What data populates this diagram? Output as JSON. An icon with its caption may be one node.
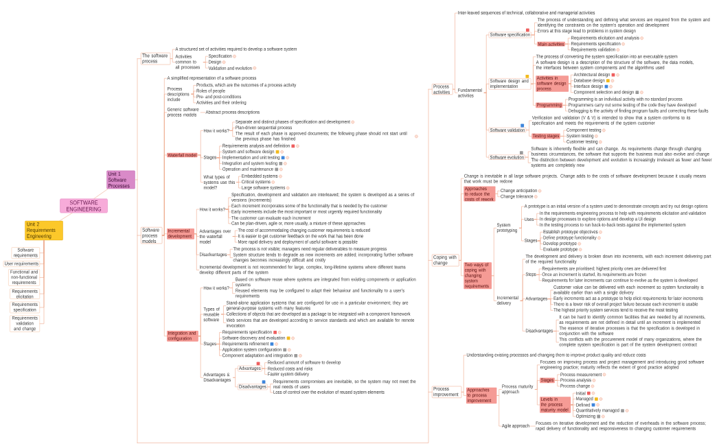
{
  "diagram": {
    "nodes": [
      {
        "text": [
          "SOFTWARE ENGINEERING"
        ]
      },
      {
        "text": [
          "Unit 1 Software Processes"
        ]
      },
      {
        "text": [
          "The software process"
        ]
      },
      {
        "text": [
          "A structured set of activities required to develop a software system"
        ]
      },
      {
        "text": [
          "Activities common to all processes"
        ]
      },
      {
        "text": [
          "Specification"
        ]
      },
      {
        "text": [
          "Design"
        ]
      },
      {
        "text": [
          "Validation and evolution"
        ]
      },
      {
        "text": [
          "Software process models"
        ]
      },
      {
        "text": [
          "A simplified representation of a software process"
        ]
      },
      {
        "text": [
          "Process descriptions include"
        ]
      },
      {
        "text": [
          "Products, which are the outcomes of a process activity"
        ]
      },
      {
        "text": [
          "Roles of people"
        ]
      },
      {
        "text": [
          "Pre- and post-conditions"
        ]
      },
      {
        "text": [
          "Activities and their ordering"
        ]
      },
      {
        "text": [
          "Generic software process models"
        ]
      },
      {
        "text": [
          "Abstract process descriptions"
        ]
      },
      {
        "text": [
          "Waterfall model"
        ]
      },
      {
        "text": [
          "How it works?"
        ]
      },
      {
        "text": [
          "Separate and distinct phases of specification and development"
        ]
      },
      {
        "text": [
          "Plan-driven sequential process"
        ]
      },
      {
        "text": [
          "The result of each phase is approved documents; the following phase should not start until the previous phase has finished"
        ]
      },
      {
        "text": [
          "Stages"
        ]
      },
      {
        "text": [
          "Requirements analysis and definition"
        ]
      },
      {
        "text": [
          "System and software design"
        ]
      },
      {
        "text": [
          "Implementation and unit testing"
        ]
      },
      {
        "text": [
          "Integration and system testing"
        ]
      },
      {
        "text": [
          "Operation and maintenance"
        ]
      },
      {
        "text": [
          "What types of systems use this model?"
        ]
      },
      {
        "text": [
          "Embedded systems"
        ]
      },
      {
        "text": [
          "Critical systems"
        ]
      },
      {
        "text": [
          "Large software systems"
        ]
      },
      {
        "text": [
          "Incremental development"
        ]
      },
      {
        "text": [
          "How it works?"
        ]
      },
      {
        "text": [
          "Specification, development and validation are interleaved; the system is developed as a series of versions (increments)"
        ]
      },
      {
        "text": [
          "Each increment incorporates some of the functionality that is needed by the customer"
        ]
      },
      {
        "text": [
          "Early increments include the most important or most urgently required functionality"
        ]
      },
      {
        "text": [
          "The customer can evaluate each increment"
        ]
      },
      {
        "text": [
          "Can be plan-driven, agile or, more usually, a mixture of these approaches"
        ]
      },
      {
        "text": [
          "Advantages over the waterfall model"
        ]
      },
      {
        "text": [
          "The cost of accommodating changing customer requirements is reduced"
        ]
      },
      {
        "text": [
          "It is easier to get customer feedback on the work that has been done"
        ]
      },
      {
        "text": [
          "More rapid delivery and deployment of useful software is possible"
        ]
      },
      {
        "text": [
          "Disadvantages"
        ]
      },
      {
        "text": [
          "The process is not visible; managers need regular deliverables to measure progress"
        ]
      },
      {
        "text": [
          "System structure tends to degrade as new increments are added; incorporating further software changes becomes increasingly difficult and costly"
        ]
      },
      {
        "text": [
          "Incremental development is not recommended for large, complex, long-lifetime systems where different teams develop different parts of the system"
        ]
      },
      {
        "text": [
          "Integration and configuration"
        ]
      },
      {
        "text": [
          "How it works?"
        ]
      },
      {
        "text": [
          "Based on software reuse where systems are integrated from existing components or application systems"
        ]
      },
      {
        "text": [
          "Reused elements may be configured to adapt their behaviour and functionality to a user's requirements"
        ]
      },
      {
        "text": [
          "Types of reusable software"
        ]
      },
      {
        "text": [
          "Stand-alone application systems that are configured for use in a particular environment; they are general-purpose systems with many features"
        ]
      },
      {
        "text": [
          "Collections of objects that are developed as a package to be integrated with a component framework"
        ]
      },
      {
        "text": [
          "Web services that are developed according to service standards and which are available for remote invocation"
        ]
      },
      {
        "text": [
          "Stages"
        ]
      },
      {
        "text": [
          "Requirements specification"
        ]
      },
      {
        "text": [
          "Software discovery and evaluation"
        ]
      },
      {
        "text": [
          "Requirements refinement"
        ]
      },
      {
        "text": [
          "Application system configuration"
        ]
      },
      {
        "text": [
          "Component adaptation and integration"
        ]
      },
      {
        "text": [
          "Advantages & Disadvantages"
        ]
      },
      {
        "text": [
          "Advantages"
        ]
      },
      {
        "text": [
          "Reduced amount of software to develop"
        ]
      },
      {
        "text": [
          "Reduced costs and risks"
        ]
      },
      {
        "text": [
          "Faster system delivery"
        ]
      },
      {
        "text": [
          "Disadvantages"
        ]
      },
      {
        "text": [
          "Requirements compromises are inevitable, so the system may not meet the real needs of users"
        ]
      },
      {
        "text": [
          "Loss of control over the evolution of reused system elements"
        ]
      },
      {
        "text": [
          "Process activities"
        ]
      },
      {
        "text": [
          "Inter-leaved sequences of technical, collaborative and managerial activities"
        ]
      },
      {
        "text": [
          "Fundamental activities"
        ]
      },
      {
        "text": [
          "Software specification"
        ]
      },
      {
        "text": [
          "The process of understanding and defining what services are required from the system and identifying the constraints on the system's operation and development"
        ]
      },
      {
        "text": [
          "Errors at this stage lead to problems in system design"
        ]
      },
      {
        "text": [
          "Main activities"
        ]
      },
      {
        "text": [
          "Requirements elicitation and analysis"
        ]
      },
      {
        "text": [
          "Requirements specification"
        ]
      },
      {
        "text": [
          "Requirements validation"
        ]
      },
      {
        "text": [
          "Software design and implementation"
        ]
      },
      {
        "text": [
          "The process of converting the system specification into an executable system"
        ]
      },
      {
        "text": [
          "A software design is a description of the structure of the software, the data models, the interfaces between system components and the algorithms used"
        ]
      },
      {
        "text": [
          "Activities in software design process"
        ]
      },
      {
        "text": [
          "Architectural design"
        ]
      },
      {
        "text": [
          "Database design"
        ]
      },
      {
        "text": [
          "Interface design"
        ]
      },
      {
        "text": [
          "Component selection and design"
        ]
      },
      {
        "text": [
          "Programming"
        ]
      },
      {
        "text": [
          "Programming is an individual activity with no standard process"
        ]
      },
      {
        "text": [
          "Programmers carry out some testing of the code they have developed"
        ]
      },
      {
        "text": [
          "Debugging is the activity of finding program faults and correcting these faults"
        ]
      },
      {
        "text": [
          "Software validation"
        ]
      },
      {
        "text": [
          "Verification and validation (V & V) is intended to show that a system conforms to its specification and meets the requirements of the system customer"
        ]
      },
      {
        "text": [
          "Testing stages"
        ]
      },
      {
        "text": [
          "Component testing"
        ]
      },
      {
        "text": [
          "System testing"
        ]
      },
      {
        "text": [
          "Customer testing"
        ]
      },
      {
        "text": [
          "Software evolution"
        ]
      },
      {
        "text": [
          "Software is inherently flexible and can change. As requirements change through changing business circumstances, the software that supports the business must also evolve and change"
        ]
      },
      {
        "text": [
          "The distinction between development and evolution is increasingly irrelevant as fewer and fewer systems are completely new"
        ]
      },
      {
        "text": [
          "Coping with change"
        ]
      },
      {
        "text": [
          "Change is inevitable in all large software projects. Change adds to the costs of software development because it usually means that work must be redone"
        ]
      },
      {
        "text": [
          "Approaches to reduce the costs of rework"
        ]
      },
      {
        "text": [
          "Change anticipation"
        ]
      },
      {
        "text": [
          "Change tolerance"
        ]
      },
      {
        "text": [
          "Two ways of coping with changing system requirements"
        ]
      },
      {
        "text": [
          "System prototyping"
        ]
      },
      {
        "text": [
          "A prototype is an initial version of a system used to demonstrate concepts and try out design options"
        ]
      },
      {
        "text": [
          "Uses"
        ]
      },
      {
        "text": [
          "In the requirements engineering process to help with requirements elicitation and validation"
        ]
      },
      {
        "text": [
          "In design processes to explore options and develop a UI design"
        ]
      },
      {
        "text": [
          "In the testing process to run back-to-back tests against the implemented system"
        ]
      },
      {
        "text": [
          "Stages"
        ]
      },
      {
        "text": [
          "Establish prototype objectives"
        ]
      },
      {
        "text": [
          "Define prototype functionality"
        ]
      },
      {
        "text": [
          "Develop prototype"
        ]
      },
      {
        "text": [
          "Evaluate prototype"
        ]
      },
      {
        "text": [
          "Incremental delivery"
        ]
      },
      {
        "text": [
          "The development and delivery is broken down into increments, with each increment delivering part of the required functionality"
        ]
      },
      {
        "text": [
          "Steps"
        ]
      },
      {
        "text": [
          "Requirements are prioritised; highest priority ones are delivered first"
        ]
      },
      {
        "text": [
          "Once an increment is started, its requirements are frozen"
        ]
      },
      {
        "text": [
          "Requirements for later increments can continue to evolve as the system is developed"
        ]
      },
      {
        "text": [
          "Advantages"
        ]
      },
      {
        "text": [
          "Customer value can be delivered with each increment so system functionality is available earlier than with a single delivery"
        ]
      },
      {
        "text": [
          "Early increments act as a prototype to help elicit requirements for later increments"
        ]
      },
      {
        "text": [
          "There is a lower risk of overall project failure because each increment is usable"
        ]
      },
      {
        "text": [
          "The highest priority system services tend to receive the most testing"
        ]
      },
      {
        "text": [
          "Disadvantages"
        ]
      },
      {
        "text": [
          "It can be hard to identify common facilities that are needed by all increments, as requirements are not defined in detail until an increment is implemented"
        ]
      },
      {
        "text": [
          "The essence of iterative processes is that the specification is developed in conjunction with the software"
        ]
      },
      {
        "text": [
          "This conflicts with the procurement model of many organizations, where the complete system specification is part of the system development contract"
        ]
      },
      {
        "text": [
          "Process improvement"
        ]
      },
      {
        "text": [
          "Understanding existing processes and changing them to improve product quality and reduce costs"
        ]
      },
      {
        "text": [
          "Approaches to process improvement"
        ]
      },
      {
        "text": [
          "Process maturity approach"
        ]
      },
      {
        "text": [
          "Focuses on improving process and project management and introducing good software engineering practice; maturity reflects the extent of good practice adopted"
        ]
      },
      {
        "text": [
          "Stages"
        ]
      },
      {
        "text": [
          "Process measurement"
        ]
      },
      {
        "text": [
          "Process analysis"
        ]
      },
      {
        "text": [
          "Process change"
        ]
      },
      {
        "text": [
          "Levels in the process maturity model"
        ]
      },
      {
        "text": [
          "Initial"
        ]
      },
      {
        "text": [
          "Managed"
        ]
      },
      {
        "text": [
          "Defined"
        ]
      },
      {
        "text": [
          "Quantitatively managed"
        ]
      },
      {
        "text": [
          "Optimizing"
        ]
      },
      {
        "text": [
          "Agile approach"
        ]
      },
      {
        "text": [
          "Focuses on iterative development and the reduction of overheads in the software process; rapid delivery of functionality and responsiveness to changing customer requirements"
        ]
      },
      {
        "text": [
          "Unit 2 Requirements Engineering"
        ]
      },
      {
        "text": [
          "Software requirements"
        ]
      },
      {
        "text": [
          "User requirements"
        ]
      },
      {
        "text": [
          "Functional and non-functional requirements"
        ]
      },
      {
        "text": [
          "Requirements elicitation"
        ]
      },
      {
        "text": [
          "Requirements specification"
        ]
      },
      {
        "text": [
          "Requirements validation and change"
        ]
      }
    ],
    "edges": [
      {
        "from": 0,
        "to": 1,
        "arrow": "none"
      },
      {
        "from": 0,
        "to": 149,
        "arrow": "none"
      },
      {
        "from": 1,
        "to": 2,
        "arrow": "none"
      },
      {
        "from": 1,
        "to": 8,
        "arrow": "none"
      },
      {
        "from": 1,
        "to": 69,
        "arrow": "none"
      },
      {
        "from": 1,
        "to": 100,
        "arrow": "none"
      },
      {
        "from": 1,
        "to": 132,
        "arrow": "none"
      },
      {
        "from": 2,
        "to": 3,
        "arrow": "none"
      },
      {
        "from": 2,
        "to": 4,
        "arrow": "none"
      },
      {
        "from": 4,
        "to": 5,
        "arrow": "none"
      },
      {
        "from": 4,
        "to": 6,
        "arrow": "none"
      },
      {
        "from": 4,
        "to": 7,
        "arrow": "none"
      },
      {
        "from": 8,
        "to": 9,
        "arrow": "none"
      },
      {
        "from": 8,
        "to": 10,
        "arrow": "none"
      },
      {
        "from": 8,
        "to": 15,
        "arrow": "none"
      },
      {
        "from": 8,
        "to": 17,
        "arrow": "none"
      },
      {
        "from": 8,
        "to": 32,
        "arrow": "none"
      },
      {
        "from": 8,
        "to": 47,
        "arrow": "none"
      },
      {
        "from": 10,
        "to": 11,
        "arrow": "none"
      },
      {
        "from": 10,
        "to": 12,
        "arrow": "none"
      },
      {
        "from": 10,
        "to": 13,
        "arrow": "none"
      },
      {
        "from": 10,
        "to": 14,
        "arrow": "none"
      },
      {
        "from": 15,
        "to": 16,
        "arrow": "none"
      },
      {
        "from": 17,
        "to": 18,
        "arrow": "none"
      },
      {
        "from": 17,
        "to": 22,
        "arrow": "none"
      },
      {
        "from": 17,
        "to": 28,
        "arrow": "none"
      },
      {
        "from": 18,
        "to": 19,
        "arrow": "none"
      },
      {
        "from": 18,
        "to": 20,
        "arrow": "none"
      },
      {
        "from": 18,
        "to": 21,
        "arrow": "none"
      },
      {
        "from": 22,
        "to": 23,
        "arrow": "none"
      },
      {
        "from": 22,
        "to": 24,
        "arrow": "none"
      },
      {
        "from": 22,
        "to": 25,
        "arrow": "none"
      },
      {
        "from": 22,
        "to": 26,
        "arrow": "none"
      },
      {
        "from": 22,
        "to": 27,
        "arrow": "none"
      },
      {
        "from": 28,
        "to": 29,
        "arrow": "none"
      },
      {
        "from": 28,
        "to": 30,
        "arrow": "none"
      },
      {
        "from": 28,
        "to": 31,
        "arrow": "none"
      },
      {
        "from": 32,
        "to": 33,
        "arrow": "none"
      },
      {
        "from": 32,
        "to": 39,
        "arrow": "none"
      },
      {
        "from": 32,
        "to": 43,
        "arrow": "none"
      },
      {
        "from": 32,
        "to": 46,
        "arrow": "none"
      },
      {
        "from": 33,
        "to": 34,
        "arrow": "none"
      },
      {
        "from": 33,
        "to": 35,
        "arrow": "none"
      },
      {
        "from": 33,
        "to": 36,
        "arrow": "none"
      },
      {
        "from": 33,
        "to": 37,
        "arrow": "none"
      },
      {
        "from": 33,
        "to": 38,
        "arrow": "none"
      },
      {
        "from": 39,
        "to": 40,
        "arrow": "none"
      },
      {
        "from": 39,
        "to": 41,
        "arrow": "none"
      },
      {
        "from": 39,
        "to": 42,
        "arrow": "none"
      },
      {
        "from": 43,
        "to": 44,
        "arrow": "none"
      },
      {
        "from": 43,
        "to": 45,
        "arrow": "none"
      },
      {
        "from": 47,
        "to": 48,
        "arrow": "none"
      },
      {
        "from": 47,
        "to": 51,
        "arrow": "none"
      },
      {
        "from": 47,
        "to": 55,
        "arrow": "none"
      },
      {
        "from": 47,
        "to": 61,
        "arrow": "none"
      },
      {
        "from": 48,
        "to": 49,
        "arrow": "none"
      },
      {
        "from": 48,
        "to": 50,
        "arrow": "none"
      },
      {
        "from": 51,
        "to": 52,
        "arrow": "none"
      },
      {
        "from": 51,
        "to": 53,
        "arrow": "none"
      },
      {
        "from": 51,
        "to": 54,
        "arrow": "none"
      },
      {
        "from": 55,
        "to": 56,
        "arrow": "none"
      },
      {
        "from": 55,
        "to": 57,
        "arrow": "none"
      },
      {
        "from": 55,
        "to": 58,
        "arrow": "none"
      },
      {
        "from": 55,
        "to": 59,
        "arrow": "none"
      },
      {
        "from": 55,
        "to": 60,
        "arrow": "none"
      },
      {
        "from": 61,
        "to": 62,
        "arrow": "none"
      },
      {
        "from": 61,
        "to": 66,
        "arrow": "none"
      },
      {
        "from": 62,
        "to": 63,
        "arrow": "none"
      },
      {
        "from": 62,
        "to": 64,
        "arrow": "none"
      },
      {
        "from": 62,
        "to": 65,
        "arrow": "none"
      },
      {
        "from": 66,
        "to": 67,
        "arrow": "none"
      },
      {
        "from": 66,
        "to": 68,
        "arrow": "none"
      },
      {
        "from": 69,
        "to": 70,
        "arrow": "none"
      },
      {
        "from": 69,
        "to": 71,
        "arrow": "none"
      },
      {
        "from": 71,
        "to": 72,
        "arrow": "none"
      },
      {
        "from": 71,
        "to": 79,
        "arrow": "none"
      },
      {
        "from": 71,
        "to": 91,
        "arrow": "none"
      },
      {
        "from": 71,
        "to": 97,
        "arrow": "none"
      },
      {
        "from": 72,
        "to": 73,
        "arrow": "none"
      },
      {
        "from": 72,
        "to": 74,
        "arrow": "none"
      },
      {
        "from": 72,
        "to": 75,
        "arrow": "none"
      },
      {
        "from": 75,
        "to": 76,
        "arrow": "none"
      },
      {
        "from": 75,
        "to": 77,
        "arrow": "none"
      },
      {
        "from": 75,
        "to": 78,
        "arrow": "none"
      },
      {
        "from": 79,
        "to": 80,
        "arrow": "none"
      },
      {
        "from": 79,
        "to": 81,
        "arrow": "none"
      },
      {
        "from": 79,
        "to": 82,
        "arrow": "none"
      },
      {
        "from": 79,
        "to": 87,
        "arrow": "none"
      },
      {
        "from": 82,
        "to": 83,
        "arrow": "none"
      },
      {
        "from": 82,
        "to": 84,
        "arrow": "none"
      },
      {
        "from": 82,
        "to": 85,
        "arrow": "none"
      },
      {
        "from": 82,
        "to": 86,
        "arrow": "none"
      },
      {
        "from": 87,
        "to": 88,
        "arrow": "none"
      },
      {
        "from": 87,
        "to": 89,
        "arrow": "none"
      },
      {
        "from": 87,
        "to": 90,
        "arrow": "none"
      },
      {
        "from": 91,
        "to": 92,
        "arrow": "none"
      },
      {
        "from": 91,
        "to": 93,
        "arrow": "none"
      },
      {
        "from": 93,
        "to": 94,
        "arrow": "none"
      },
      {
        "from": 93,
        "to": 95,
        "arrow": "none"
      },
      {
        "from": 93,
        "to": 96,
        "arrow": "none"
      },
      {
        "from": 97,
        "to": 98,
        "arrow": "none"
      },
      {
        "from": 97,
        "to": 99,
        "arrow": "none"
      },
      {
        "from": 100,
        "to": 101,
        "arrow": "none"
      },
      {
        "from": 100,
        "to": 102,
        "arrow": "none"
      },
      {
        "from": 100,
        "to": 105,
        "arrow": "none"
      },
      {
        "from": 102,
        "to": 103,
        "arrow": "none"
      },
      {
        "from": 102,
        "to": 104,
        "arrow": "none"
      },
      {
        "from": 105,
        "to": 106,
        "arrow": "none"
      },
      {
        "from": 105,
        "to": 117,
        "arrow": "none"
      },
      {
        "from": 106,
        "to": 107,
        "arrow": "none"
      },
      {
        "from": 106,
        "to": 108,
        "arrow": "none"
      },
      {
        "from": 106,
        "to": 112,
        "arrow": "none"
      },
      {
        "from": 108,
        "to": 109,
        "arrow": "none"
      },
      {
        "from": 108,
        "to": 110,
        "arrow": "none"
      },
      {
        "from": 108,
        "to": 111,
        "arrow": "none"
      },
      {
        "from": 112,
        "to": 113,
        "arrow": "none"
      },
      {
        "from": 112,
        "to": 114,
        "arrow": "none"
      },
      {
        "from": 112,
        "to": 115,
        "arrow": "none"
      },
      {
        "from": 112,
        "to": 116,
        "arrow": "none"
      },
      {
        "from": 117,
        "to": 118,
        "arrow": "none"
      },
      {
        "from": 117,
        "to": 119,
        "arrow": "none"
      },
      {
        "from": 117,
        "to": 123,
        "arrow": "none"
      },
      {
        "from": 117,
        "to": 128,
        "arrow": "none"
      },
      {
        "from": 119,
        "to": 120,
        "arrow": "none"
      },
      {
        "from": 119,
        "to": 121,
        "arrow": "none"
      },
      {
        "from": 119,
        "to": 122,
        "arrow": "none"
      },
      {
        "from": 123,
        "to": 124,
        "arrow": "none"
      },
      {
        "from": 123,
        "to": 125,
        "arrow": "none"
      },
      {
        "from": 123,
        "to": 126,
        "arrow": "none"
      },
      {
        "from": 123,
        "to": 127,
        "arrow": "none"
      },
      {
        "from": 128,
        "to": 129,
        "arrow": "none"
      },
      {
        "from": 128,
        "to": 130,
        "arrow": "none"
      },
      {
        "from": 128,
        "to": 131,
        "arrow": "none"
      },
      {
        "from": 132,
        "to": 133,
        "arrow": "none"
      },
      {
        "from": 132,
        "to": 134,
        "arrow": "none"
      },
      {
        "from": 134,
        "to": 135,
        "arrow": "none"
      },
      {
        "from": 134,
        "to": 147,
        "arrow": "none"
      },
      {
        "from": 135,
        "to": 136,
        "arrow": "none"
      },
      {
        "from": 135,
        "to": 137,
        "arrow": "none"
      },
      {
        "from": 135,
        "to": 141,
        "arrow": "none"
      },
      {
        "from": 137,
        "to": 138,
        "arrow": "none"
      },
      {
        "from": 137,
        "to": 139,
        "arrow": "none"
      },
      {
        "from": 137,
        "to": 140,
        "arrow": "none"
      },
      {
        "from": 141,
        "to": 142,
        "arrow": "none"
      },
      {
        "from": 141,
        "to": 143,
        "arrow": "none"
      },
      {
        "from": 141,
        "to": 144,
        "arrow": "none"
      },
      {
        "from": 141,
        "to": 145,
        "arrow": "none"
      },
      {
        "from": 141,
        "to": 146,
        "arrow": "none"
      },
      {
        "from": 147,
        "to": 148,
        "arrow": "none"
      },
      {
        "from": 149,
        "to": 150,
        "arrow": "none"
      },
      {
        "from": 149,
        "to": 151,
        "arrow": "none"
      },
      {
        "from": 149,
        "to": 152,
        "arrow": "none"
      },
      {
        "from": 149,
        "to": 153,
        "arrow": "none"
      },
      {
        "from": 149,
        "to": 154,
        "arrow": "none"
      },
      {
        "from": 149,
        "to": 155,
        "arrow": "none"
      }
    ]
  }
}
